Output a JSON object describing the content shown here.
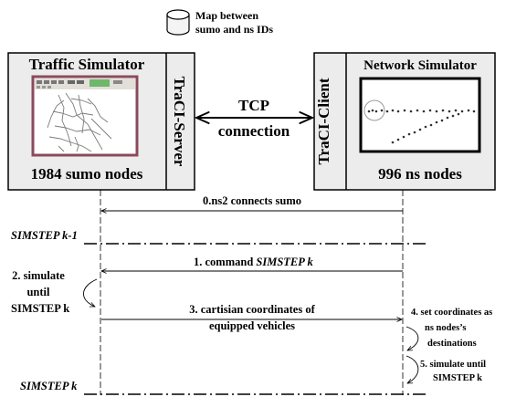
{
  "map_db": {
    "line1": "Map between",
    "line2": "sumo and ns IDs"
  },
  "traffic_simulator": {
    "title": "Traffic Simulator",
    "server_label": "TraCI-Server",
    "nodes": "1984 sumo nodes"
  },
  "network_simulator": {
    "title": "Network Simulator",
    "client_label": "TraCI-Client",
    "nodes": "996 ns nodes"
  },
  "link": {
    "line1": "TCP",
    "line2": "connection"
  },
  "steps": {
    "connect": "0.ns2 connects sumo",
    "simstep_prev": "SIMSTEP k-1",
    "command_prefix": "1. command ",
    "command_italic": "SIMSTEP k",
    "simulate_line1": "2. simulate",
    "simulate_line2": "until",
    "simulate_line3": "SIMSTEP k",
    "coords_line1": "3. cartisian coordinates of",
    "coords_line2": "equipped vehicles",
    "setcoords_line1": "4. set coordinates as",
    "setcoords_line2": "ns nodes’s",
    "setcoords_line3": "destinations",
    "ns_simulate_line1": "5.  simulate until",
    "ns_simulate_line2": "SIMSTEP k",
    "simstep_current": "SIMSTEP k"
  },
  "colors": {
    "panel_fill": "#ececec",
    "ink": "#000000",
    "screenshot_frame": "#8a4b5c"
  },
  "icons": {
    "database": "database-icon",
    "road_map": "road-map-thumbnail",
    "node_trace": "node-trace-thumbnail"
  }
}
